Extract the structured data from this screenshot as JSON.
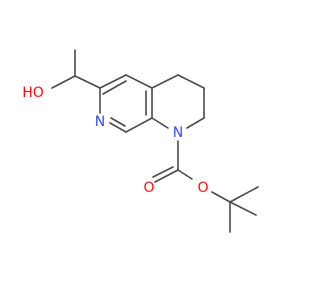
{
  "molecule": {
    "atoms": {
      "hydroxyl": {
        "symbol": "HO",
        "color": "#ff0d0d"
      },
      "ring_n_aromatic": {
        "symbol": "N",
        "color": "#3050f8"
      },
      "ring_n_amide": {
        "symbol": "N",
        "color": "#3050f8"
      },
      "ester_o_carbonyl": {
        "symbol": "O",
        "color": "#ff0d0d"
      },
      "ester_o_ether": {
        "symbol": "O",
        "color": "#ff0d0d"
      }
    },
    "bond_color": "#4a4a4a"
  }
}
